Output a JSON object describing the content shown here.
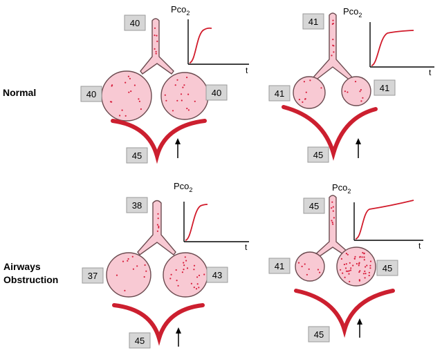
{
  "labels": {
    "row_normal": "Normal",
    "row_obstruction_line1": "Airways",
    "row_obstruction_line2": "Obstruction",
    "pco2_main": "Pco",
    "pco2_sub": "2",
    "time_axis": "t"
  },
  "colors": {
    "alveolus_fill": "#f8c9d3",
    "alveolus_stroke": "#6b4a4f",
    "dots": "#d81e3c",
    "vessel": "#cc1f2f",
    "curve": "#d11a2a",
    "box_fill": "#d6d6d6",
    "box_stroke": "#9a9a9a"
  },
  "panels": [
    {
      "id": "normal-a",
      "tracheal": "40",
      "left_alveolus": "40",
      "right_alveolus": "40",
      "capillary": "45"
    },
    {
      "id": "normal-b",
      "tracheal": "41",
      "left_alveolus": "41",
      "right_alveolus": "41",
      "capillary": "45"
    },
    {
      "id": "obstruction-a",
      "tracheal": "38",
      "left_alveolus": "37",
      "right_alveolus": "43",
      "capillary": "45"
    },
    {
      "id": "obstruction-b",
      "tracheal": "45",
      "left_alveolus": "41",
      "right_alveolus": "45",
      "capillary": "45"
    }
  ]
}
